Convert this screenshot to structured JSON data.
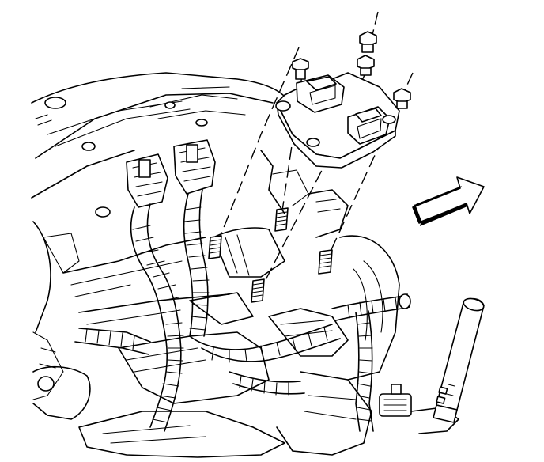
{
  "figure": {
    "colors": {
      "line": "#000000",
      "background": "#ffffff"
    },
    "parts": [
      "ignition-coil-module",
      "mounting-bolts",
      "spark-plug-boots",
      "wiring-harness",
      "engine-cover",
      "view-direction-arrow",
      "spark-plug-wire"
    ]
  }
}
